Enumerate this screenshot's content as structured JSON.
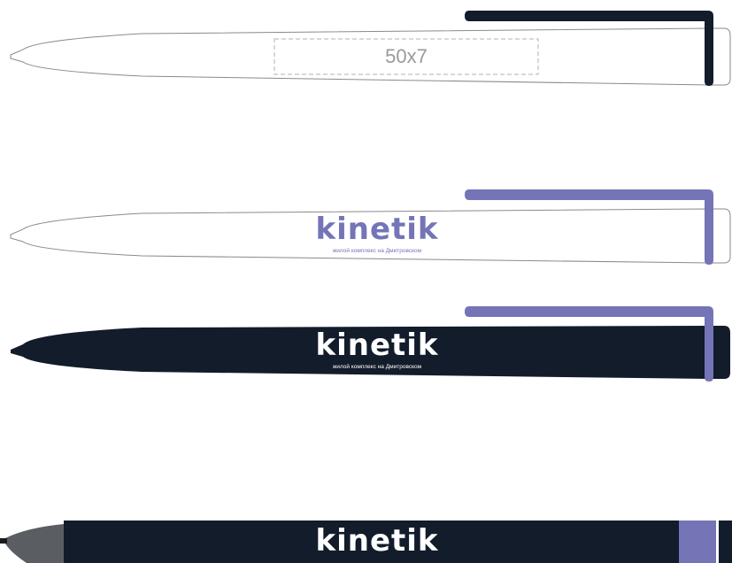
{
  "print_area": {
    "label": "50x7"
  },
  "mockups": [
    {
      "variant": "white-body-dark-clip",
      "body_color": "#ffffff",
      "clip_color": "#121c2a"
    },
    {
      "variant": "white-body-violet-clip",
      "body_color": "#ffffff",
      "clip_color": "#7474b7",
      "brand": "kinetik",
      "tagline": "жилой комплекс на Дмитровском",
      "text_color": "#7474b7"
    },
    {
      "variant": "dark-body-violet-clip",
      "body_color": "#121c2a",
      "clip_color": "#7474b7",
      "brand": "kinetik",
      "tagline": "жилой комплекс на Дмитровском",
      "text_color": "#ffffff"
    },
    {
      "variant": "dark-body-side-view",
      "body_color": "#121c2a",
      "tip_color": "#5a5d61",
      "accent_color": "#7474b7",
      "brand": "kinetik",
      "text_color": "#ffffff"
    }
  ]
}
